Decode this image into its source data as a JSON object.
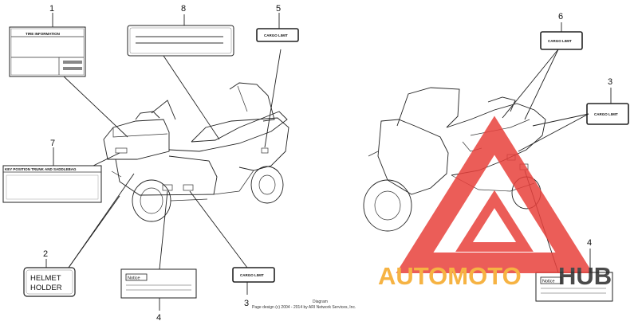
{
  "callouts": [
    "1",
    "8",
    "5",
    "7",
    "2",
    "4",
    "3",
    "6",
    "3",
    "4"
  ],
  "labels": {
    "tire_info": "TIRE INFORMATION",
    "cargo_limit": "CARGO LIMIT",
    "key_position": "KEY POSITION TRUNK AND SADDLEBAG",
    "helmet_line1": "HELMET",
    "helmet_line2": "HOLDER",
    "notice": "Notice"
  },
  "copyright": {
    "line1": "Diagram",
    "line2": "Page design (c) 2004 - 2014 by ARI Network Services, Inc."
  },
  "watermark": {
    "text_auto": "AUTOMOTO",
    "text_hub": "HUB",
    "color_primary": "#f5a623",
    "color_triangle": "#e8413c",
    "color_hub": "#2b2b2b"
  }
}
